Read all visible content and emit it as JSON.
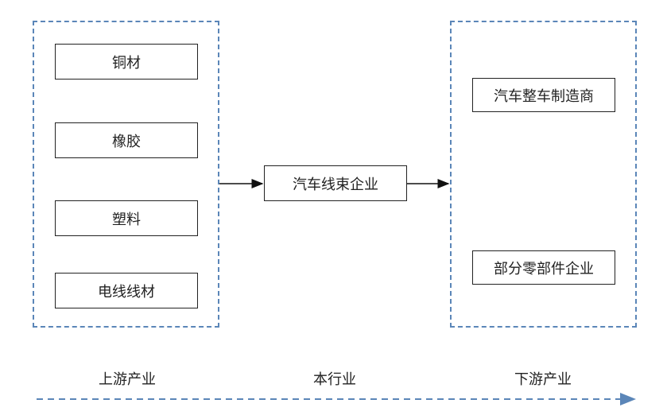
{
  "upstream": {
    "items": [
      {
        "label": "铜材"
      },
      {
        "label": "橡胶"
      },
      {
        "label": "塑料"
      },
      {
        "label": "电线线材"
      }
    ]
  },
  "center": {
    "label": "汽车线束企业"
  },
  "downstream": {
    "items": [
      {
        "label": "汽车整车制造商"
      },
      {
        "label": "部分零部件企业"
      }
    ]
  },
  "stages": [
    {
      "label": "上游产业"
    },
    {
      "label": "本行业"
    },
    {
      "label": "下游产业"
    }
  ],
  "colors": {
    "dashed_border": "#5b86b8",
    "box_border": "#222222",
    "arrow": "#111111"
  }
}
